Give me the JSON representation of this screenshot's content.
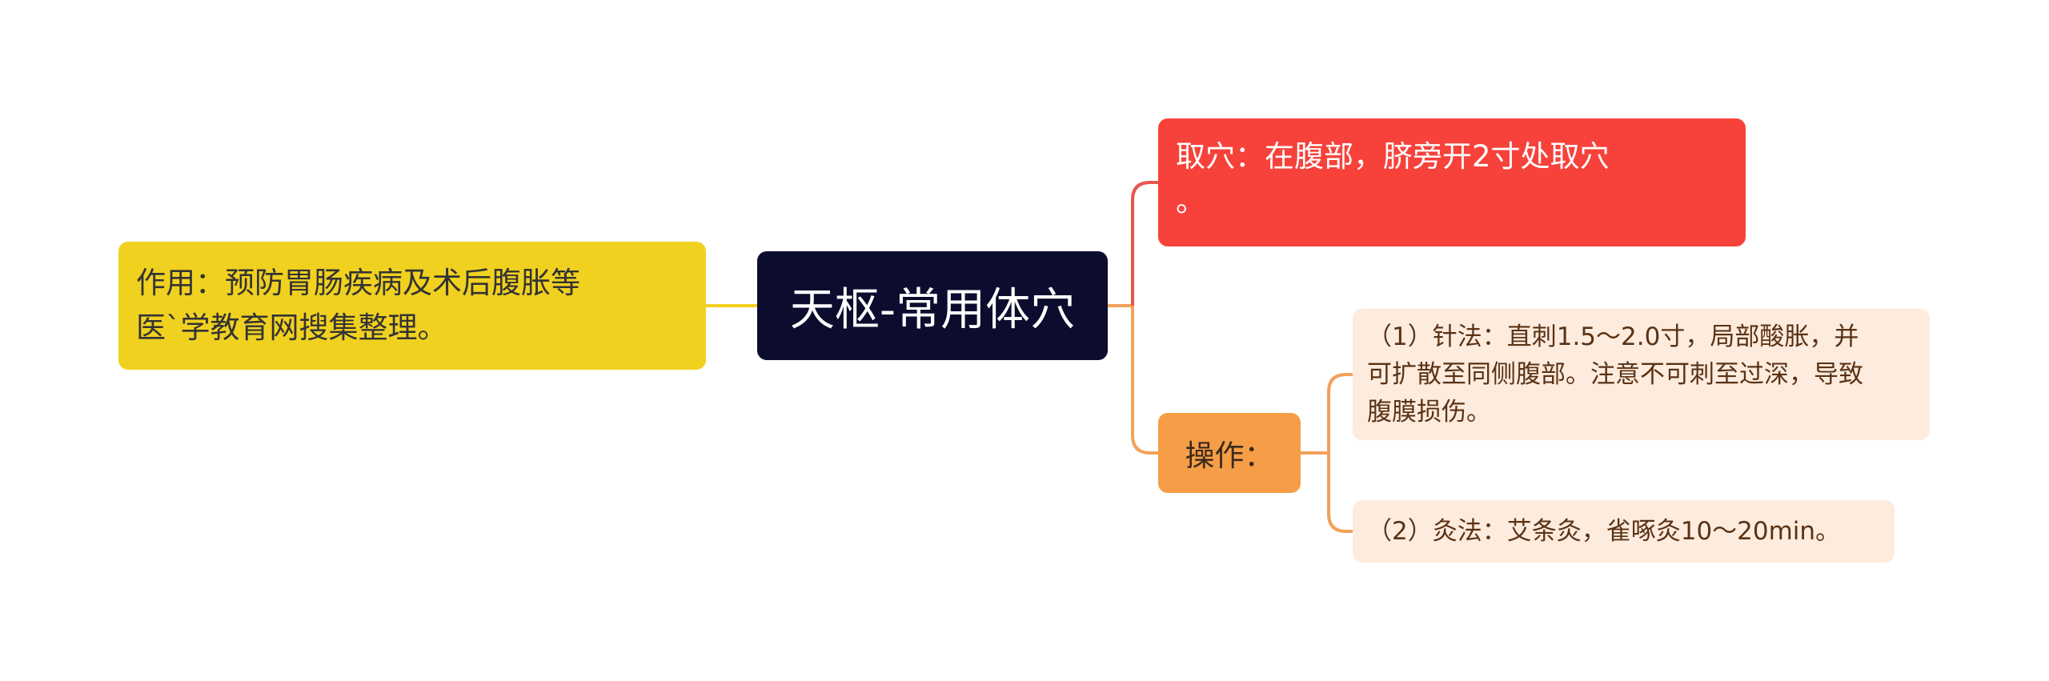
{
  "root": {
    "label": "天枢-常用体穴"
  },
  "left_node": {
    "label": "作用：预防胃肠疾病及术后腹胀等\n医`学教育网搜集整理。"
  },
  "right_nodes": [
    {
      "label": "取穴：在腹部，脐旁开2寸处取穴\n。"
    },
    {
      "label": "操作：",
      "children": [
        {
          "label": "（1）针法：直刺1.5～2.0寸，局部酸胀，并\n可扩散至同侧腹部。注意不可刺至过深，导致\n腹膜损伤。"
        },
        {
          "label": "（2）灸法：艾条灸，雀啄灸10～20min。"
        }
      ]
    }
  ],
  "colors": {
    "root": "#0b0c2e",
    "left": "#f1d120",
    "red": "#f6423b",
    "orange": "#f59e47",
    "leaf": "#fdebde",
    "link_left": "#f1d120",
    "link_red": "#e8554e",
    "link_orange": "#f2a25a"
  }
}
